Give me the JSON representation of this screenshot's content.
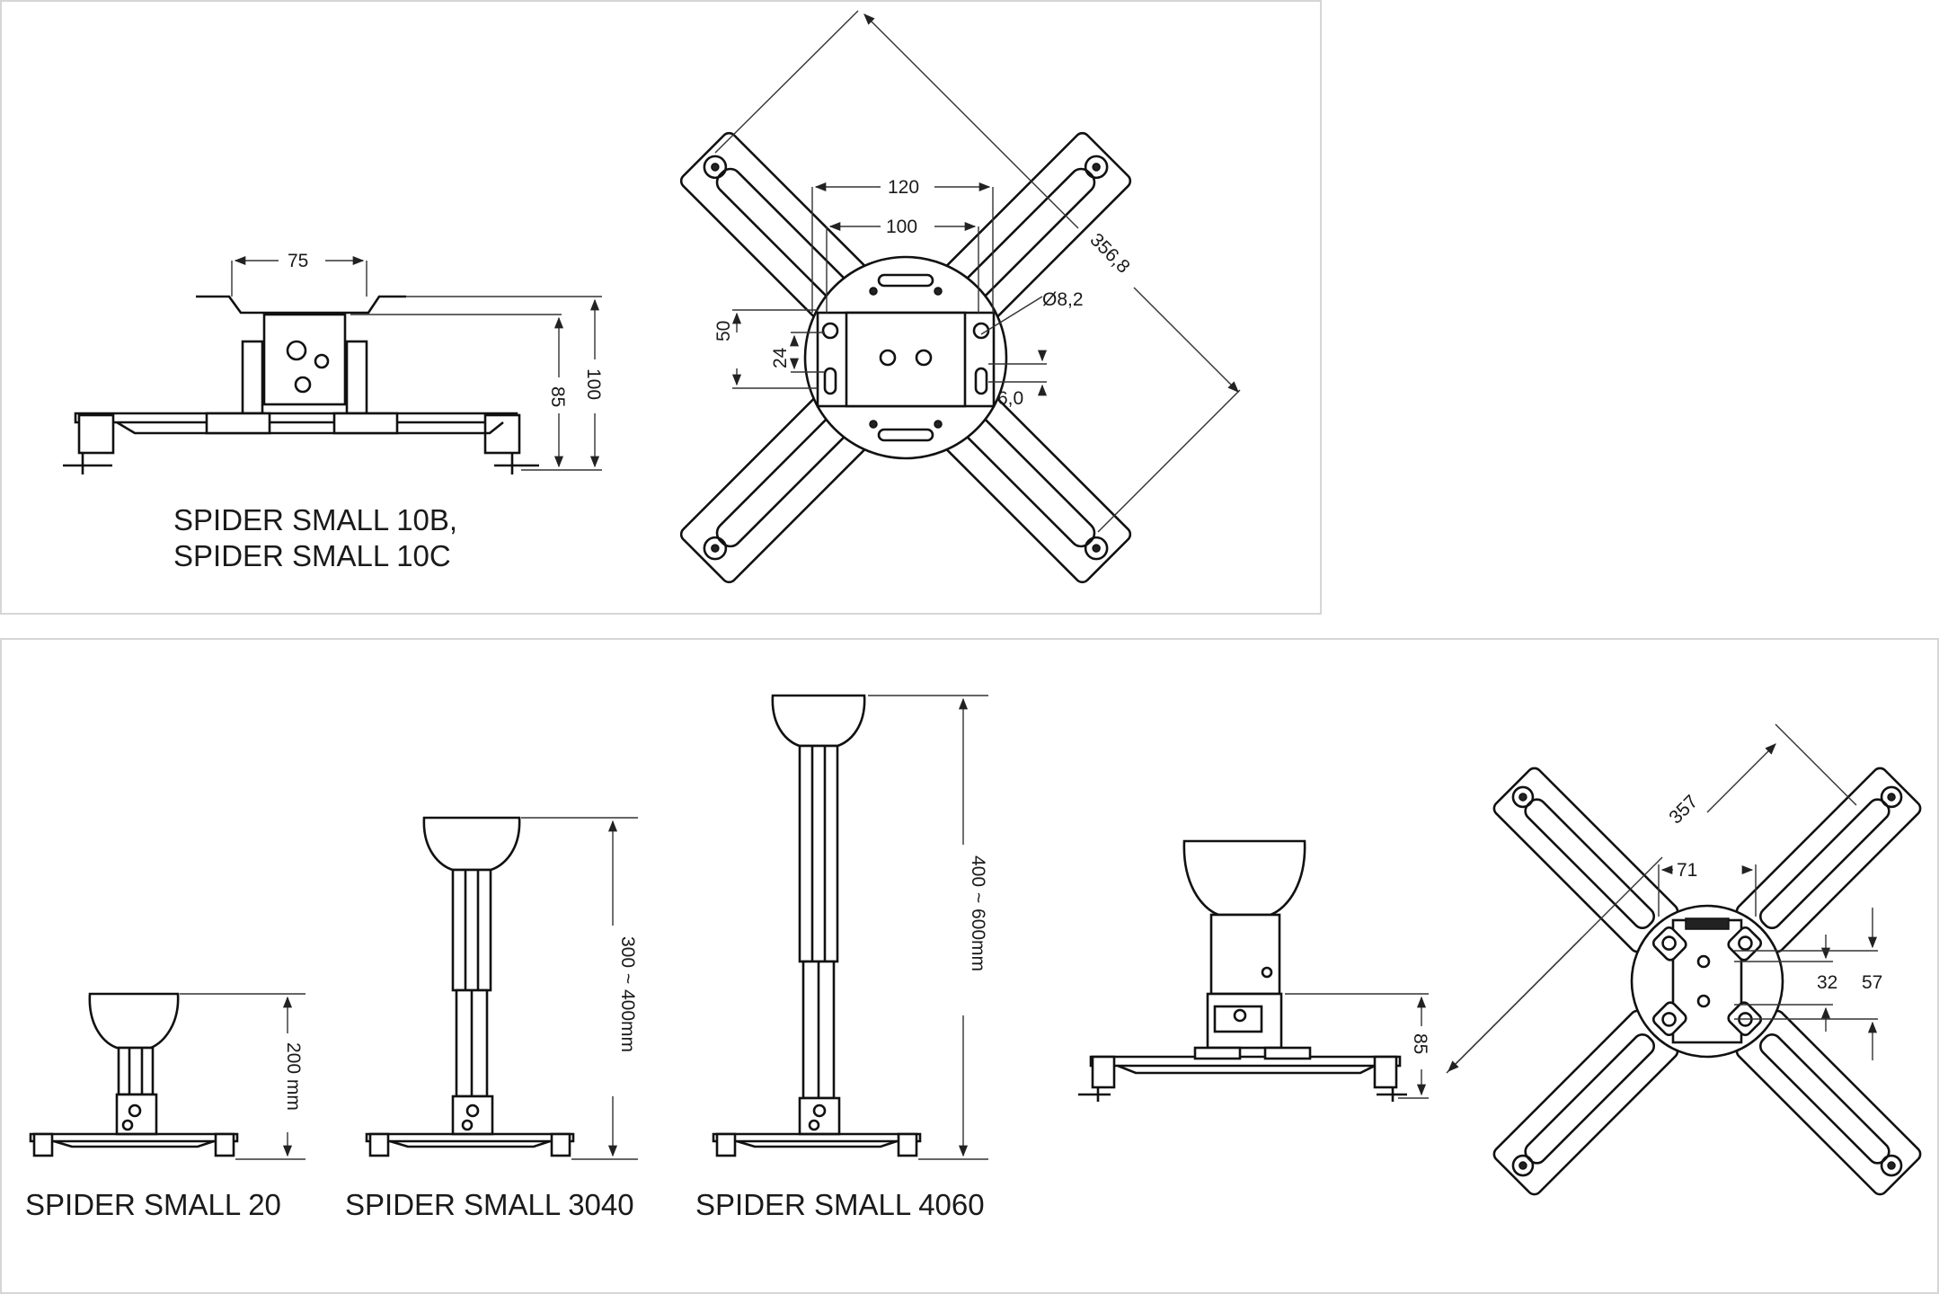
{
  "models": {
    "small_10": [
      "SPIDER SMALL 10B,",
      "SPIDER SMALL 10C"
    ],
    "small_20": "SPIDER SMALL 20",
    "small_3040": "SPIDER SMALL 3040",
    "small_4060": "SPIDER SMALL 4060"
  },
  "dimensions": {
    "side_top_width": "75",
    "side_height_85": "85",
    "side_height_100": "100",
    "top_width_120": "120",
    "top_width_100": "100",
    "top_height_50": "50",
    "top_height_24": "24",
    "hole_diameter": "Ø8,2",
    "hole_spacing": "6,0",
    "diagonal_top": "356,8",
    "height_200": "200 mm",
    "height_300_400": "300 ~ 400mm",
    "height_400_600": "400 ~ 600mm",
    "side_height_b85": "85",
    "diagonal_bottom": "357",
    "width_71": "71",
    "height_32": "32",
    "height_57": "57"
  }
}
